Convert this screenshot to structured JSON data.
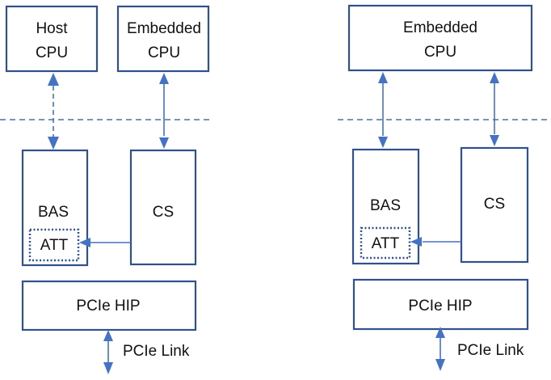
{
  "colors": {
    "box_border": "#2f528f",
    "arrow": "#4472c4",
    "text": "#111111"
  },
  "left": {
    "host_cpu": [
      "Host",
      "CPU"
    ],
    "embedded_cpu": [
      "Embedded",
      "CPU"
    ],
    "bas": "BAS",
    "att": "ATT",
    "cs": "CS",
    "pcie_hip": "PCIe HIP",
    "pcie_link": "PCIe Link"
  },
  "right": {
    "embedded_cpu": [
      "Embedded",
      "CPU"
    ],
    "bas": "BAS",
    "att": "ATT",
    "cs": "CS",
    "pcie_hip": "PCIe HIP",
    "pcie_link": "PCIe Link"
  }
}
